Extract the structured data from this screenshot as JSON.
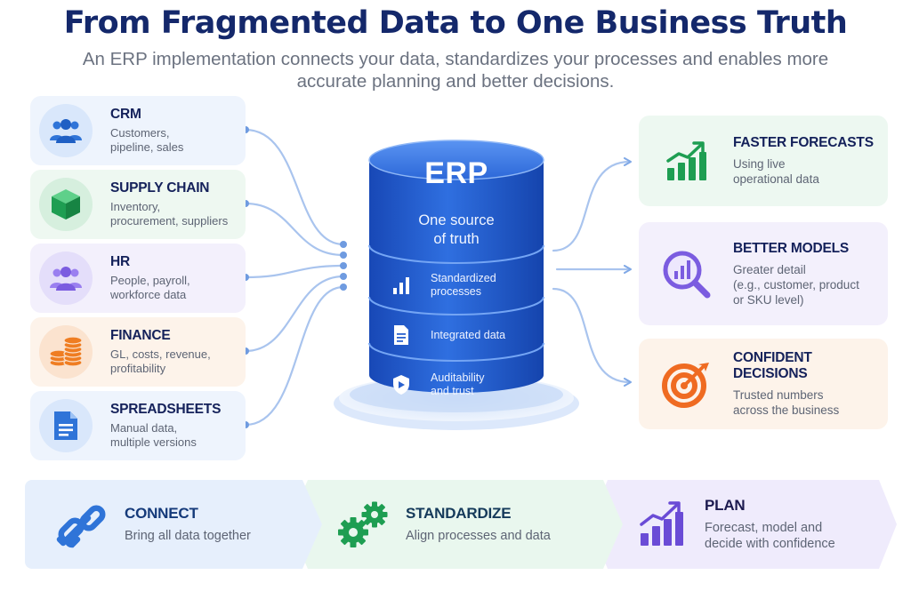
{
  "header": {
    "title": "From Fragmented Data to One Business Truth",
    "subtitle": "An ERP implementation connects your data, standardizes your processes and enables more accurate planning and better decisions."
  },
  "sources": [
    {
      "title": "CRM",
      "desc": [
        "Customers,",
        "pipeline, sales"
      ],
      "icon": "people-icon",
      "color": "#2f74d8"
    },
    {
      "title": "SUPPLY CHAIN",
      "desc": [
        "Inventory,",
        "procurement, suppliers"
      ],
      "icon": "box-icon",
      "color": "#1e9e52"
    },
    {
      "title": "HR",
      "desc": [
        "People, payroll,",
        "workforce data"
      ],
      "icon": "people-icon",
      "color": "#7b5ce0"
    },
    {
      "title": "FINANCE",
      "desc": [
        "GL, costs, revenue,",
        "profitability"
      ],
      "icon": "coins-icon",
      "color": "#ef7d22"
    },
    {
      "title": "SPREADSHEETS",
      "desc": [
        "Manual data,",
        "multiple versions"
      ],
      "icon": "spreadsheet-icon",
      "color": "#2f74d8"
    }
  ],
  "erp": {
    "title": "ERP",
    "subtitle": [
      "One source",
      "of truth"
    ],
    "layers": [
      {
        "label": [
          "Standardized",
          "processes"
        ],
        "icon": "bar-chart-icon"
      },
      {
        "label": [
          "Integrated data"
        ],
        "icon": "document-icon"
      },
      {
        "label": [
          "Auditability",
          "and trust"
        ],
        "icon": "shield-icon"
      }
    ]
  },
  "outcomes": [
    {
      "title": "FASTER FORECASTS",
      "desc": [
        "Using live",
        "operational data"
      ],
      "icon": "growth-chart-icon",
      "color": "#1e9e52"
    },
    {
      "title": "BETTER MODELS",
      "desc": [
        "Greater detail",
        "(e.g., customer, product",
        "or SKU level)"
      ],
      "icon": "magnifier-chart-icon",
      "color": "#7b5ce0"
    },
    {
      "title": "CONFIDENT DECISIONS",
      "desc": [
        "Trusted numbers",
        "across the business"
      ],
      "icon": "target-icon",
      "color": "#ef6b22"
    }
  ],
  "steps": [
    {
      "title": "CONNECT",
      "desc": [
        "Bring all data together"
      ],
      "icon": "link-icon",
      "color": "#2f74d8"
    },
    {
      "title": "STANDARDIZE",
      "desc": [
        "Align processes and data"
      ],
      "icon": "gears-icon",
      "color": "#1e9e52"
    },
    {
      "title": "PLAN",
      "desc": [
        "Forecast, model and",
        "decide with confidence"
      ],
      "icon": "rising-chart-icon",
      "color": "#6a4bd6"
    }
  ]
}
